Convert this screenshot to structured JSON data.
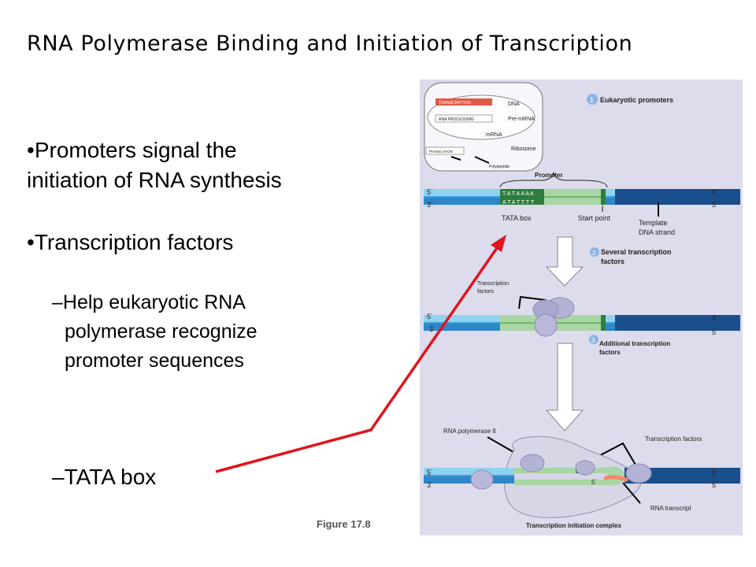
{
  "title": "RNA Polymerase Binding and Initiation of Transcription",
  "bullets": {
    "b1_line1": "Promoters signal the",
    "b1_line2": "initiation of RNA synthesis",
    "b2": "Transcription factors",
    "b3_line1": "Help eukaryotic RNA",
    "b3_line2": "polymerase recognize",
    "b3_line3": "promoter sequences",
    "b4": "TATA box",
    "dash": "–"
  },
  "figure_label": "Figure 17.8",
  "inset": {
    "transcription": "TRANSCRIPTION",
    "rna_processing": "RNA PROCESSING",
    "translation": "TRANSLATION",
    "dna": "DNA",
    "pre_mrna": "Pre-mRNA",
    "mrna": "mRNA",
    "ribosome": "Ribosome",
    "polypeptide": "Polypeptide"
  },
  "steps": {
    "s1_num": "1",
    "s1": "Eukaryotic promoters",
    "s2_num": "2",
    "s2_line1": "Several transcription",
    "s2_line2": "factors",
    "s3_num": "3",
    "s3_line1": "Additional transcription",
    "s3_line2": "factors"
  },
  "labels": {
    "promoter": "Promoter",
    "five_prime": "5´",
    "three_prime": "3´",
    "tata_top": "T A T A A A A",
    "tata_bottom": "A T A T T T T",
    "tata_box": "TATA box",
    "start_point": "Start point",
    "template_line1": "Template",
    "template_line2": "DNA strand",
    "tf_line1": "Transcription",
    "tf_line2": "factors",
    "rna_pol": "RNA polymerase II",
    "tf_right": "Transcription factors",
    "rna_transcript": "RNA transcript",
    "complex": "Transcription initiation complex"
  },
  "colors": {
    "panel": "#dcdcec",
    "dna_blue": "#2f86c8",
    "dna_light": "#8fd3f0",
    "promoter_green": "#a9d6a4",
    "dark_blue": "#1a4f8e",
    "protein": "#b3b3d6",
    "arrow_red": "#e0141e",
    "transcript": "#f08a6a"
  }
}
